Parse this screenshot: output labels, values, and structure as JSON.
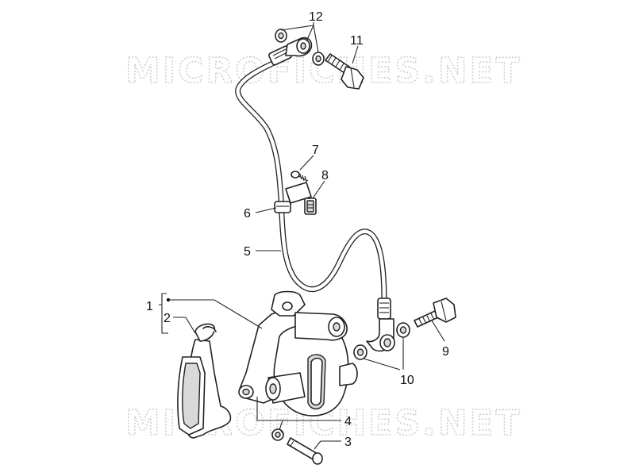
{
  "watermark": {
    "text_top": "MICROFICHES.NET",
    "text_bottom": "MICROFICHES.NET"
  },
  "callouts": {
    "c1": "1",
    "c2": "2",
    "c3": "3",
    "c4": "4",
    "c5": "5",
    "c6": "6",
    "c7": "7",
    "c8": "8",
    "c9": "9",
    "c10": "10",
    "c11": "11",
    "c12": "12"
  }
}
